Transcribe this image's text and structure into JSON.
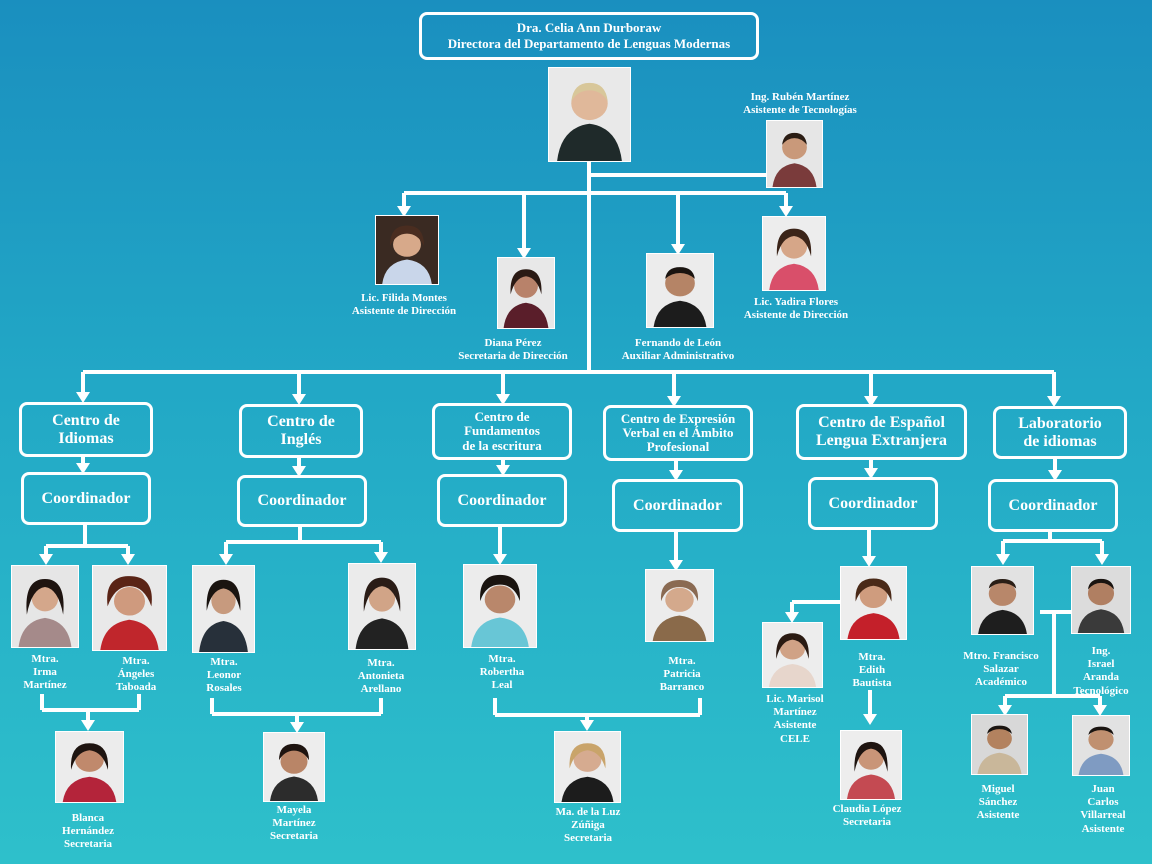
{
  "director": {
    "name": "Dra. Celia Ann Durboraw",
    "title": "Directora del Departamento de Lenguas Modernas"
  },
  "staff": [
    {
      "id": "ruben",
      "label": "Ing. Rubén Martínez\nAsistente de Tecnologías"
    },
    {
      "id": "filida",
      "label": "Lic. Filida Montes\nAsistente de Dirección"
    },
    {
      "id": "diana",
      "label": "Diana Pérez\nSecretaria de Dirección"
    },
    {
      "id": "fernando",
      "label": "Fernando de León\nAuxiliar Administrativo"
    },
    {
      "id": "yadira",
      "label": "Lic. Yadira Flores\nAsistente de Dirección"
    }
  ],
  "centers": [
    {
      "name": "Centro de\nIdiomas",
      "coordinator": "Coordinador"
    },
    {
      "name": "Centro de\nInglés",
      "coordinator": "Coordinador"
    },
    {
      "name": "Centro  de\nFundamentos\nde la escritura",
      "coordinator": "Coordinador"
    },
    {
      "name": "Centro de  Expresión\nVerbal en el Ámbito\nProfesional",
      "coordinator": "Coordinador"
    },
    {
      "name": "Centro de Español\n Lengua Extranjera",
      "coordinator": "Coordinador"
    },
    {
      "name": "Laboratorio\nde idiomas",
      "coordinator": "Coordinador"
    }
  ],
  "people": {
    "irma": "Mtra.\nIrma\nMartínez",
    "angeles": "Mtra.\nÁngeles\nTaboada",
    "blanca": "Blanca\nHernández\nSecretaria",
    "leonor": "Mtra.\nLeonor\nRosales",
    "antonieta": "Mtra.\nAntonieta\nArellano",
    "mayela": "Mayela\nMartínez\nSecretaria",
    "robertha": "Mtra.\nRobertha\nLeal",
    "patricia": "Mtra.\nPatricia\nBarranco",
    "luz": "Ma. de la Luz\nZúñiga\nSecretaria",
    "marisol": "Lic. Marisol\nMartínez\nAsistente\nCELE",
    "edith": "Mtra.\nEdith\nBautista",
    "claudia": "Claudia López\nSecretaria",
    "francisco": "Mtro. Francisco\nSalazar\nAcadémico",
    "israel": "Ing.\nIsrael Aranda\nTecnológico",
    "miguel": "Miguel\nSánchez\nAsistente",
    "juancarlos": "Juan Carlos\nVillarreal\nAsistente"
  },
  "colors": {
    "background_top": "#1a8fbf",
    "background_bottom": "#2ec0cb",
    "lines": "#ffffff",
    "text": "#ffffff"
  }
}
